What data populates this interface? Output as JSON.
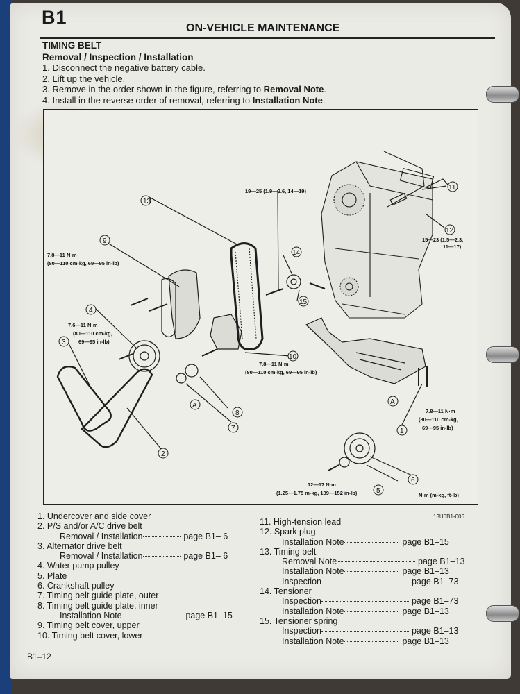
{
  "header": {
    "section": "B1",
    "title": "ON-VEHICLE MAINTENANCE"
  },
  "doc": {
    "title": "TIMING BELT",
    "subtitle": "Removal / Inspection / Installation",
    "steps": [
      {
        "text": "1. Disconnect the negative battery cable.",
        "bold": ""
      },
      {
        "text": "2. Lift up the vehicle.",
        "bold": ""
      },
      {
        "text": "3. Remove in the order shown in the figure, referring to ",
        "bold": "Removal Note",
        "tail": "."
      },
      {
        "text": "4. Install in the reverse order of removal, referring to ",
        "bold": "Installation Note",
        "tail": "."
      }
    ]
  },
  "figure": {
    "torque_top": "19—25 (1.9—2.6, 14—19)",
    "torque_right_1": "15—23 (1.5—2.3,",
    "torque_right_2": "11—17)",
    "torque_left_a1": "7.8—11 N·m",
    "torque_left_a2": "(80—110 cm-kg, 69—95 in-lb)",
    "torque_left_b1": "7.6—11 N·m",
    "torque_left_b2": "(80—110 cm-kg,",
    "torque_left_b3": "69—95 in-lb)",
    "torque_mid_1": "7.8—11 N·m",
    "torque_mid_2": "(80—110 cm-kg, 69—95 in-lb)",
    "torque_r_1": "7.8—11 N·m",
    "torque_r_2": "(80—110 cm-kg,",
    "torque_r_3": "69—95 in-lb)",
    "torque_bottom_1": "12—17 N·m",
    "torque_bottom_2": "(1.25—1.75 m-kg, 109—152 in-lb)",
    "units": "N·m (m-kg, ft-lb)",
    "code": "13U0B1-006",
    "callout_a": "A"
  },
  "legend_left": [
    {
      "label": "1. Undercover and side cover"
    },
    {
      "label": "2. P/S and/or A/C drive belt"
    },
    {
      "label": "Removal / Installation",
      "page": "page B1– 6",
      "sub": true
    },
    {
      "label": "3. Alternator drive belt"
    },
    {
      "label": "Removal / Installation",
      "page": "page B1– 6",
      "sub": true
    },
    {
      "label": "4. Water pump pulley"
    },
    {
      "label": "5. Plate"
    },
    {
      "label": "6. Crankshaft pulley"
    },
    {
      "label": "7. Timing belt guide plate, outer"
    },
    {
      "label": "8. Timing belt guide plate, inner"
    },
    {
      "label": "Installation Note",
      "page": "page B1–15",
      "sub": true
    },
    {
      "label": "9. Timing belt cover, upper"
    },
    {
      "label": "10. Timing belt cover, lower"
    }
  ],
  "legend_right": [
    {
      "label": "11. High-tension lead"
    },
    {
      "label": "12. Spark plug"
    },
    {
      "label": "Installation Note",
      "page": "page B1–15",
      "sub": true
    },
    {
      "label": "13. Timing belt"
    },
    {
      "label": "Removal Note",
      "page": "page B1–13",
      "sub": true
    },
    {
      "label": "Installation Note",
      "page": "page B1–13",
      "sub": true
    },
    {
      "label": "Inspection",
      "page": "page B1–73",
      "sub": true
    },
    {
      "label": "14. Tensioner"
    },
    {
      "label": "Inspection",
      "page": "page B1–73",
      "sub": true
    },
    {
      "label": "Installation Note",
      "page": "page B1–13",
      "sub": true
    },
    {
      "label": "15. Tensioner spring"
    },
    {
      "label": "Inspection",
      "page": "page B1–13",
      "sub": true
    },
    {
      "label": "Installation Note",
      "page": "page B1–13",
      "sub": true
    }
  ],
  "footer": {
    "page_number": "B1–12"
  }
}
